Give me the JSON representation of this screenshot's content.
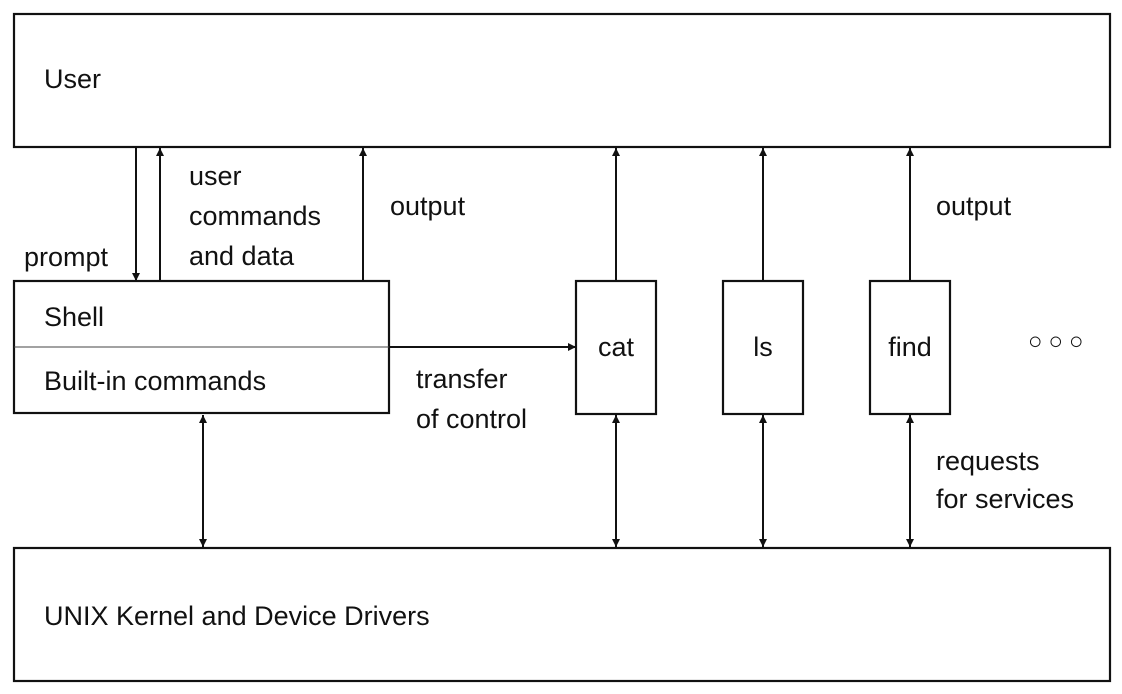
{
  "diagram": {
    "user": "User",
    "shell": "Shell",
    "builtins": "Built-in commands",
    "kernel": "UNIX Kernel and Device Drivers",
    "programs": {
      "cat": "cat",
      "ls": "ls",
      "find": "find"
    },
    "more": "○○○",
    "labels": {
      "prompt": "prompt",
      "user_cmds_1": "user",
      "user_cmds_2": "commands",
      "user_cmds_3": "and data",
      "output_left": "output",
      "output_right": "output",
      "transfer_1": "transfer",
      "transfer_2": "of control",
      "requests_1": "requests",
      "requests_2": "for services"
    }
  }
}
